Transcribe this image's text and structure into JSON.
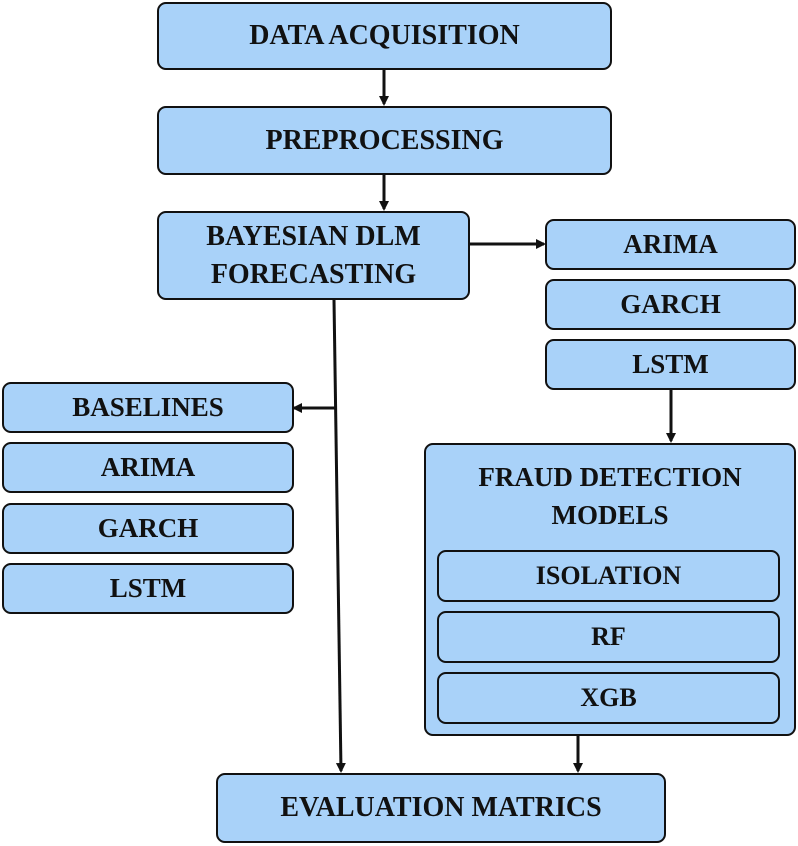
{
  "flow": {
    "data_acquisition": "DATA ACQUISITION",
    "preprocessing": "PREPROCESSING",
    "bayesian_line1": "BAYESIAN DLM",
    "bayesian_line2": "FORECASTING",
    "evaluation": "EVALUATION MATRICS"
  },
  "right_models": [
    "ARIMA",
    "GARCH",
    "LSTM"
  ],
  "baselines": {
    "title": "BASELINES",
    "items": [
      "ARIMA",
      "GARCH",
      "LSTM"
    ]
  },
  "fraud_detection": {
    "title_line1": "FRAUD DETECTION",
    "title_line2": "MODELS",
    "items": [
      "ISOLATION",
      "RF",
      "XGB"
    ]
  },
  "colors": {
    "box_fill": "#a9d2f9",
    "border": "#111111"
  }
}
